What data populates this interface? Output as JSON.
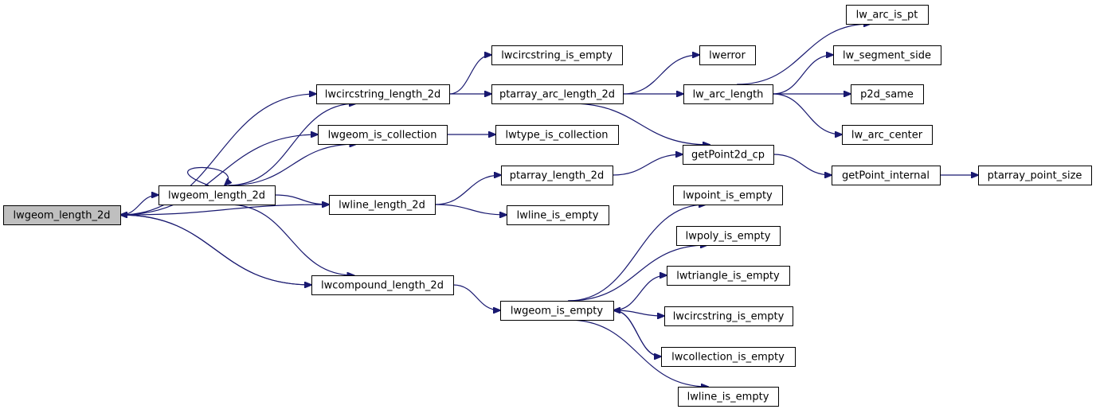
{
  "colors": {
    "edge": "#191970",
    "root_fill": "#bfbfbf",
    "node_fill": "#ffffff",
    "node_stroke": "#000000"
  },
  "nodes": [
    {
      "id": "lwgeom_length_2d_root",
      "label": "lwgeom_length_2d",
      "root": true
    },
    {
      "id": "lwgeom_length_2d",
      "label": "lwgeom_length_2d"
    },
    {
      "id": "lwcircstring_length_2d",
      "label": "lwcircstring_length_2d"
    },
    {
      "id": "lwgeom_is_collection",
      "label": "lwgeom_is_collection"
    },
    {
      "id": "lwline_length_2d",
      "label": "lwline_length_2d"
    },
    {
      "id": "lwcompound_length_2d",
      "label": "lwcompound_length_2d"
    },
    {
      "id": "lwcircstring_is_empty_top",
      "label": "lwcircstring_is_empty"
    },
    {
      "id": "ptarray_arc_length_2d",
      "label": "ptarray_arc_length_2d"
    },
    {
      "id": "lwtype_is_collection",
      "label": "lwtype_is_collection"
    },
    {
      "id": "ptarray_length_2d",
      "label": "ptarray_length_2d"
    },
    {
      "id": "lwline_is_empty_mid",
      "label": "lwline_is_empty"
    },
    {
      "id": "lwgeom_is_empty",
      "label": "lwgeom_is_empty"
    },
    {
      "id": "lwerror",
      "label": "lwerror"
    },
    {
      "id": "lw_arc_length",
      "label": "lw_arc_length"
    },
    {
      "id": "getPoint2d_cp",
      "label": "getPoint2d_cp"
    },
    {
      "id": "lwpoint_is_empty",
      "label": "lwpoint_is_empty"
    },
    {
      "id": "lwpoly_is_empty",
      "label": "lwpoly_is_empty"
    },
    {
      "id": "lwtriangle_is_empty",
      "label": "lwtriangle_is_empty"
    },
    {
      "id": "lwcircstring_is_empty_bot",
      "label": "lwcircstring_is_empty"
    },
    {
      "id": "lwcollection_is_empty",
      "label": "lwcollection_is_empty"
    },
    {
      "id": "lwline_is_empty_bot",
      "label": "lwline_is_empty"
    },
    {
      "id": "lw_arc_is_pt",
      "label": "lw_arc_is_pt"
    },
    {
      "id": "lw_segment_side",
      "label": "lw_segment_side"
    },
    {
      "id": "p2d_same",
      "label": "p2d_same"
    },
    {
      "id": "lw_arc_center",
      "label": "lw_arc_center"
    },
    {
      "id": "getPoint_internal",
      "label": "getPoint_internal"
    },
    {
      "id": "ptarray_point_size",
      "label": "ptarray_point_size"
    }
  ],
  "edges": [
    [
      "lwgeom_length_2d_root",
      "lwcircstring_length_2d"
    ],
    [
      "lwgeom_length_2d_root",
      "lwgeom_is_collection"
    ],
    [
      "lwgeom_length_2d_root",
      "lwgeom_length_2d"
    ],
    [
      "lwgeom_length_2d_root",
      "lwline_length_2d"
    ],
    [
      "lwgeom_length_2d_root",
      "lwcompound_length_2d"
    ],
    [
      "lwgeom_length_2d",
      "lwgeom_length_2d"
    ],
    [
      "lwgeom_length_2d",
      "lwcircstring_length_2d"
    ],
    [
      "lwgeom_length_2d",
      "lwgeom_is_collection"
    ],
    [
      "lwgeom_length_2d",
      "lwline_length_2d"
    ],
    [
      "lwgeom_length_2d",
      "lwcompound_length_2d"
    ],
    [
      "lwcompound_length_2d",
      "lwgeom_length_2d_root"
    ],
    [
      "lwcompound_length_2d",
      "lwgeom_is_empty"
    ],
    [
      "lwcircstring_length_2d",
      "lwcircstring_is_empty_top"
    ],
    [
      "lwcircstring_length_2d",
      "ptarray_arc_length_2d"
    ],
    [
      "lwgeom_is_collection",
      "lwtype_is_collection"
    ],
    [
      "lwline_length_2d",
      "ptarray_length_2d"
    ],
    [
      "lwline_length_2d",
      "lwline_is_empty_mid"
    ],
    [
      "ptarray_arc_length_2d",
      "lwerror"
    ],
    [
      "ptarray_arc_length_2d",
      "lw_arc_length"
    ],
    [
      "ptarray_arc_length_2d",
      "getPoint2d_cp"
    ],
    [
      "ptarray_length_2d",
      "getPoint2d_cp"
    ],
    [
      "lw_arc_length",
      "lw_arc_is_pt"
    ],
    [
      "lw_arc_length",
      "lw_segment_side"
    ],
    [
      "lw_arc_length",
      "p2d_same"
    ],
    [
      "lw_arc_length",
      "lw_arc_center"
    ],
    [
      "getPoint2d_cp",
      "getPoint_internal"
    ],
    [
      "getPoint_internal",
      "ptarray_point_size"
    ],
    [
      "lwgeom_is_empty",
      "lwpoint_is_empty"
    ],
    [
      "lwgeom_is_empty",
      "lwpoly_is_empty"
    ],
    [
      "lwgeom_is_empty",
      "lwtriangle_is_empty"
    ],
    [
      "lwgeom_is_empty",
      "lwcircstring_is_empty_bot"
    ],
    [
      "lwgeom_is_empty",
      "lwcollection_is_empty"
    ],
    [
      "lwgeom_is_empty",
      "lwline_is_empty_bot"
    ],
    [
      "lwcollection_is_empty",
      "lwgeom_is_empty"
    ]
  ]
}
